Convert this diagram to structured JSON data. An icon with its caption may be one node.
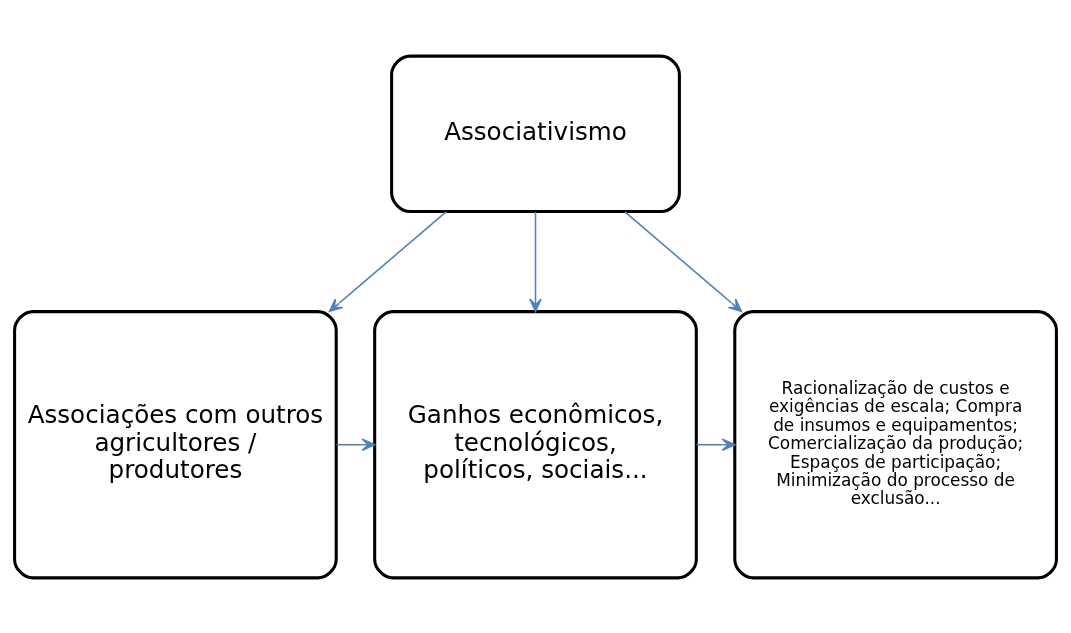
{
  "diagram": {
    "nodes": [
      {
        "text": [
          "Associativismo"
        ]
      },
      {
        "text": [
          "Associações com outros agricultores / produtores"
        ]
      },
      {
        "text": [
          "Ganhos econômicos, tecnológicos, políticos, sociais..."
        ]
      },
      {
        "text": [
          "Racionalização de custos e exigências de escala; Compra de insumos e equipamentos; Comercialização da produção; Espaços de participação; Minimização do processo de exclusão..."
        ]
      }
    ],
    "edges": [
      {
        "from": 0,
        "to": 1,
        "arrow": "to"
      },
      {
        "from": 0,
        "to": 2,
        "arrow": "to"
      },
      {
        "from": 0,
        "to": 3,
        "arrow": "to"
      },
      {
        "from": 1,
        "to": 2,
        "arrow": "to"
      },
      {
        "from": 2,
        "to": 3,
        "arrow": "to"
      }
    ]
  }
}
